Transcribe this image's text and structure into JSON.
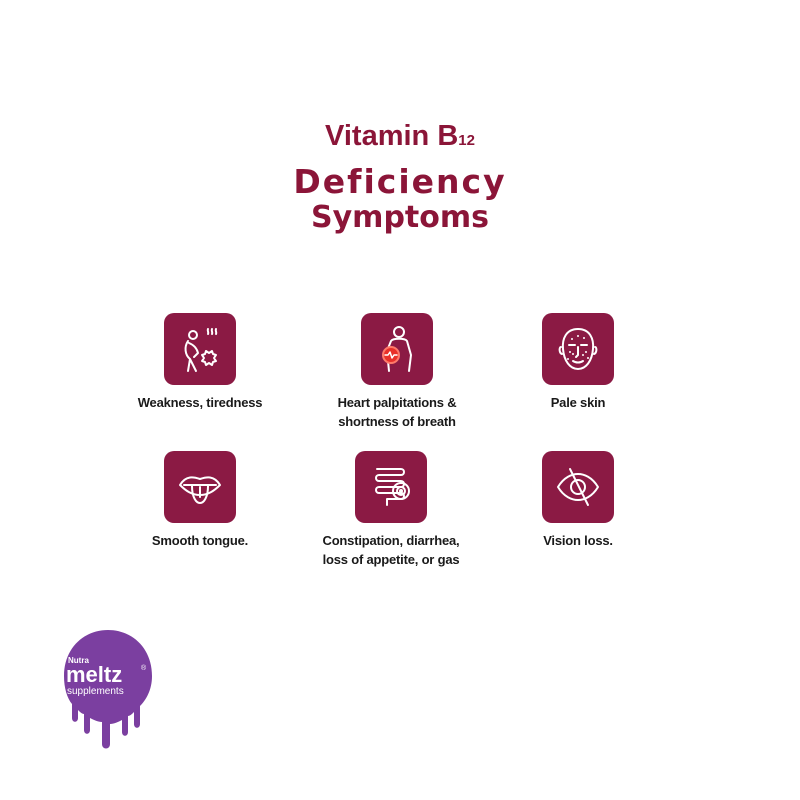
{
  "title": {
    "line1_main": "Vitamin B",
    "line1_sub": "12",
    "line2": "Deficiency",
    "line3": "Symptoms"
  },
  "symptoms": [
    {
      "icon": "fatigue-icon",
      "lines": [
        "Weakness, tiredness"
      ]
    },
    {
      "icon": "heart-palpitations-icon",
      "lines": [
        "Heart palpitations &",
        "shortness of breath"
      ]
    },
    {
      "icon": "pale-face-icon",
      "lines": [
        "Pale skin"
      ]
    },
    {
      "icon": "tongue-icon",
      "lines": [
        "Smooth tongue."
      ]
    },
    {
      "icon": "intestine-icon",
      "lines": [
        "Constipation, diarrhea,",
        "loss of appetite, or gas"
      ]
    },
    {
      "icon": "eye-crossed-icon",
      "lines": [
        "Vision loss."
      ]
    }
  ],
  "logo": {
    "small": "Nutra",
    "main": "meltz",
    "registered": "®",
    "sub": "supplements"
  },
  "colors": {
    "title": "#8b1538",
    "tile": "#8b1a44",
    "logo": "#7b3fa0"
  }
}
